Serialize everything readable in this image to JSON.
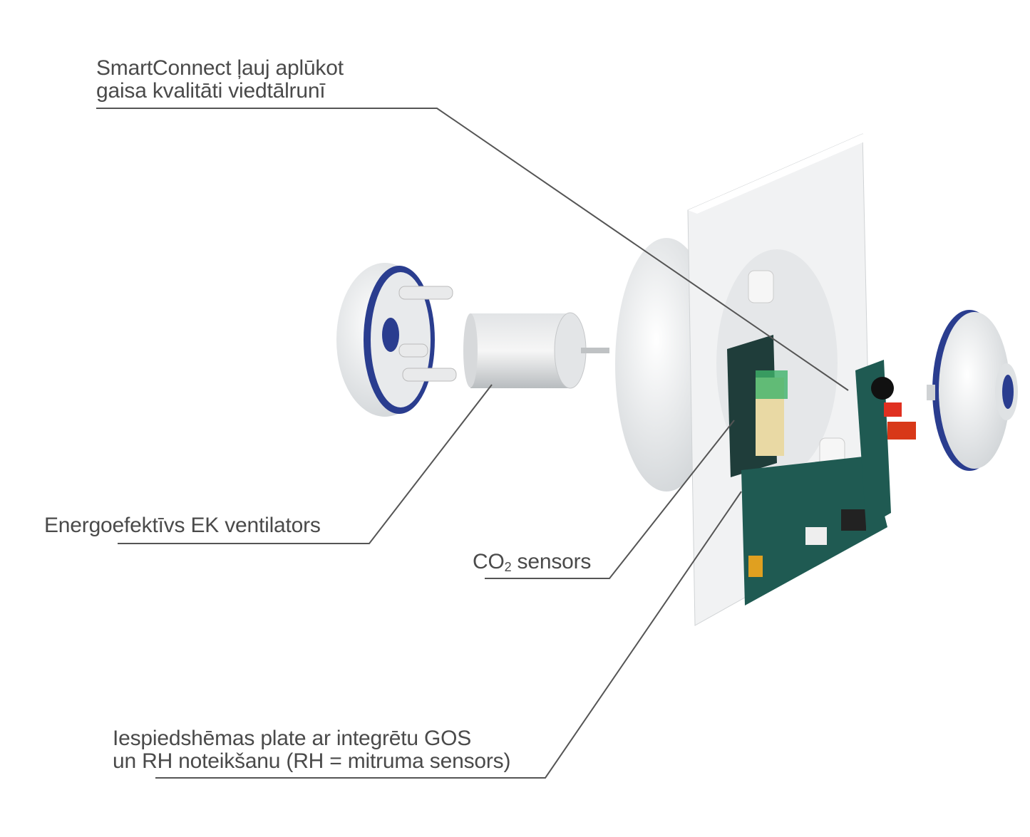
{
  "labels": {
    "smartconnect": {
      "line1": "SmartConnect ļauj aplūkot",
      "line2": "gaisa kvalitāti viedtālrunī"
    },
    "fan": {
      "text": "Energoefektīvs EK ventilators"
    },
    "co2": {
      "prefix": "CO",
      "sub": "2",
      "suffix": " sensors"
    },
    "pcb": {
      "line1": "Iespiedshēmas plate ar integrētu GOS",
      "line2": "un RH noteikšanu (RH = mitruma sensors)"
    }
  },
  "colors": {
    "text": "#4a4a4a",
    "accent_blue": "#2a3d8f",
    "pcb_green": "#1f5a52",
    "leader": "#555555"
  }
}
